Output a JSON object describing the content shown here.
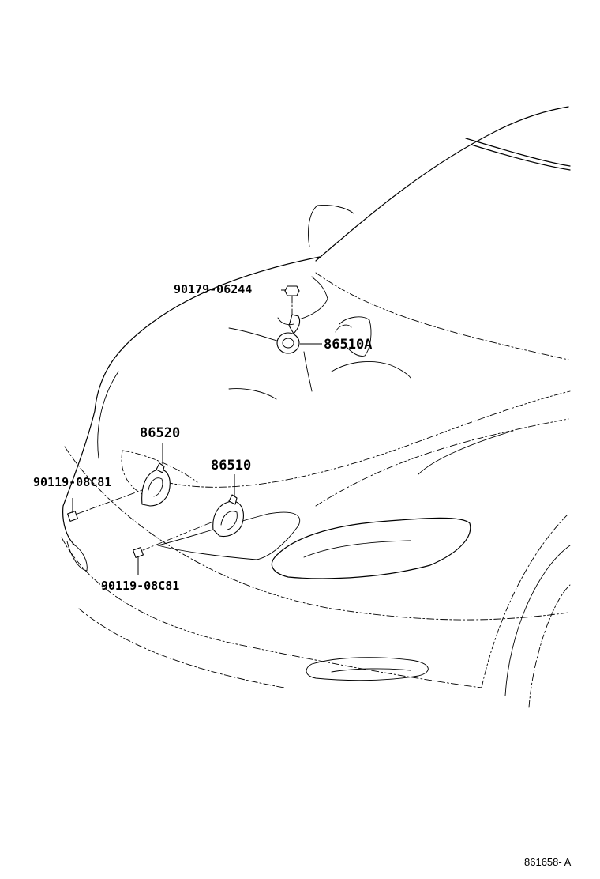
{
  "callouts": {
    "nut_part": "90179-06244",
    "horn_a_part": "86510A",
    "horn_low_part": "86520",
    "horn_high_part": "86510",
    "bolt_left_part": "90119-08C81",
    "bolt_lower_part": "90119-08C81"
  },
  "illustration_ref": "861658- A"
}
